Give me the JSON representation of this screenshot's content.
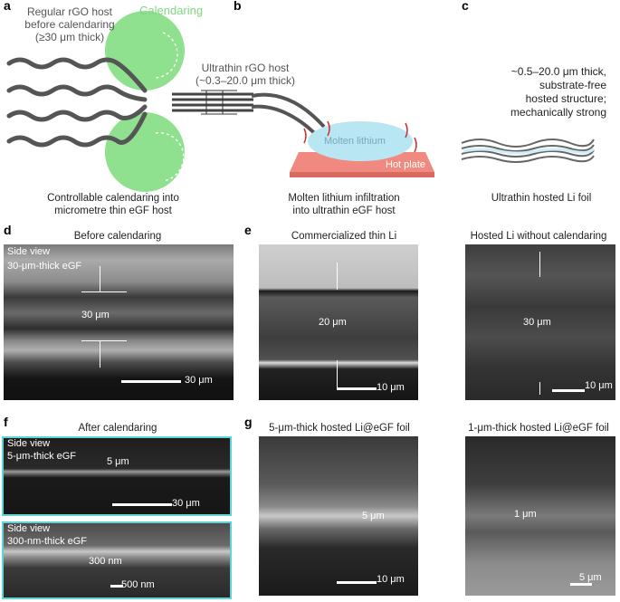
{
  "panel_labels": {
    "a": "a",
    "b": "b",
    "c": "c",
    "d": "d",
    "e": "e",
    "f": "f",
    "g": "g"
  },
  "panel_a": {
    "host_label_1": "Regular rGO host",
    "host_label_2": "before calendaring",
    "host_label_3": "(≥30 μm thick)",
    "calendaring": "Calendaring",
    "ultrathin_1": "Ultrathin rGO host",
    "ultrathin_2": "(~0.3–20.0 μm thick)",
    "caption_1": "Controllable calendaring into",
    "caption_2": "micrometre thin eGF host"
  },
  "panel_b": {
    "molten": "Molten lithium",
    "hot_plate": "Hot plate",
    "caption_1": "Molten lithium infiltration",
    "caption_2": "into ultrathin eGF host"
  },
  "panel_c": {
    "desc_1": "~0.5–20.0 μm thick,",
    "desc_2": "substrate-free",
    "desc_3": "hosted structure;",
    "desc_4": "mechanically strong",
    "caption": "Ultrathin hosted Li foil"
  },
  "panel_d": {
    "title": "Before calendaring",
    "side_view": "Side view",
    "thickness_label": "30-μm-thick eGF",
    "measure": "30 μm",
    "scale": "30 μm"
  },
  "panel_e": {
    "title_left": "Commercialized thin Li",
    "measure_left": "20 μm",
    "scale_left": "10 μm",
    "title_right": "Hosted Li without calendaring",
    "measure_right": "30 μm",
    "scale_right": "10 μm"
  },
  "panel_f": {
    "title": "After calendaring",
    "top_side_view": "Side view",
    "top_thickness": "5-μm-thick eGF",
    "top_measure": "5 μm",
    "top_scale": "30 μm",
    "bottom_side_view": "Side view",
    "bottom_thickness": "300-nm-thick eGF",
    "bottom_measure": "300 nm",
    "bottom_scale": "500 nm"
  },
  "panel_g": {
    "title_left": "5-μm-thick hosted Li@eGF foil",
    "measure_left": "5 μm",
    "scale_left": "10 μm",
    "title_right": "1-μm-thick hosted Li@eGF foil",
    "measure_right": "1 μm",
    "scale_right": "5 μm"
  },
  "colors": {
    "roller_green": "#8fe08f",
    "calendaring_text": "#7fd67f",
    "molten_blue": "#b8e6f2",
    "hot_plate": "#f08a80",
    "highlight_frame": "#5fd3d8"
  }
}
